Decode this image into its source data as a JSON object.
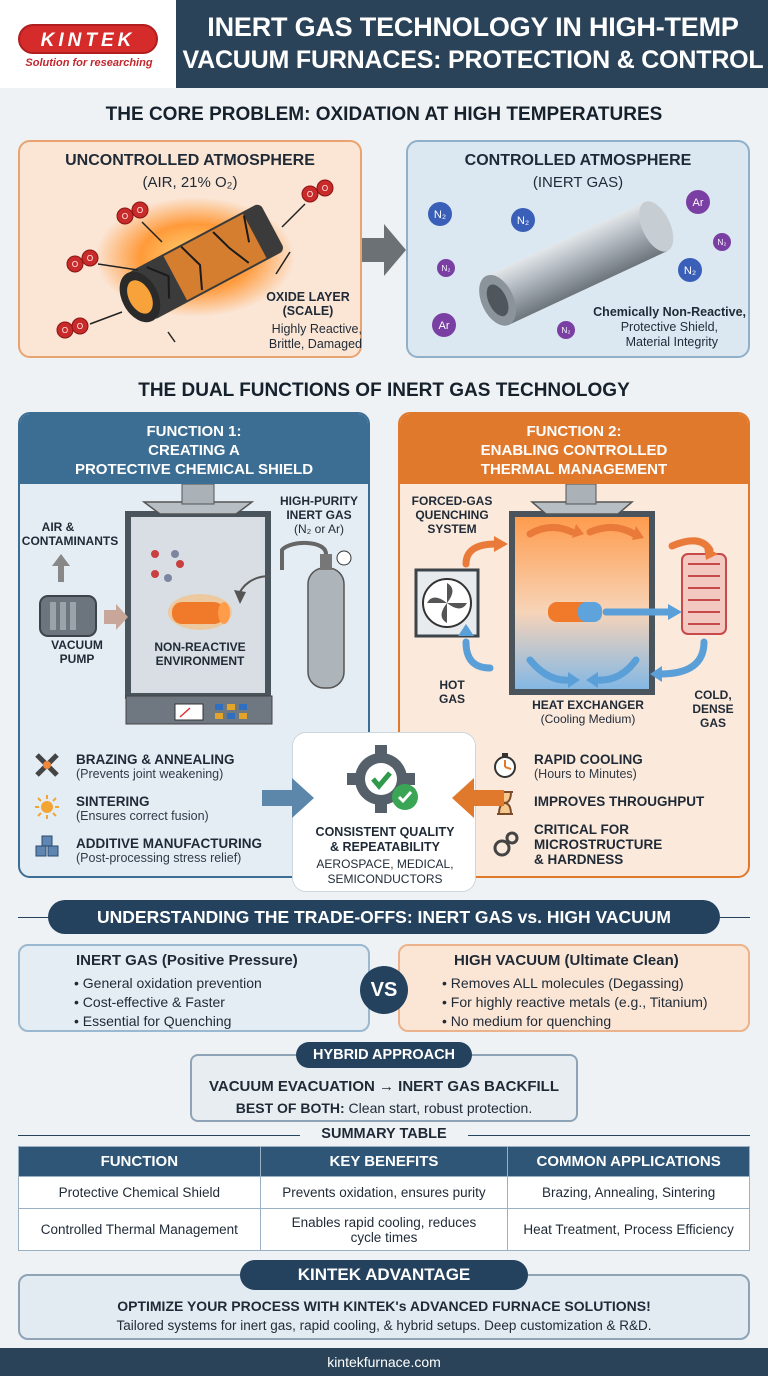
{
  "brand": {
    "logo_text": "KINTEK",
    "tagline": "Solution for researching",
    "title_line1": "INERT GAS TECHNOLOGY IN HIGH-TEMP",
    "title_line2": "VACUUM FURNACES: PROTECTION & CONTROL"
  },
  "core_problem": {
    "heading": "THE CORE PROBLEM: OXIDATION AT HIGH TEMPERATURES",
    "uncontrolled": {
      "title": "UNCONTROLLED ATMOSPHERE",
      "subtitle": "(AIR, 21% O₂)",
      "oxide_label_1": "OXIDE LAYER",
      "oxide_label_2": "(SCALE)",
      "desc_1": "Highly Reactive,",
      "desc_2": "Brittle, Damaged",
      "molecule_label": "O"
    },
    "controlled": {
      "title": "CONTROLLED ATMOSPHERE",
      "subtitle": "(INERT GAS)",
      "desc_1": "Chemically Non-Reactive,",
      "desc_2": "Protective Shield,",
      "desc_3": "Material Integrity",
      "n2": "N₂",
      "ar": "Ar"
    }
  },
  "dual": {
    "heading": "THE DUAL FUNCTIONS OF INERT GAS TECHNOLOGY",
    "f1": {
      "line1": "FUNCTION 1:",
      "line2": "CREATING A",
      "line3": "PROTECTIVE CHEMICAL SHIELD",
      "air_1": "AIR &",
      "air_2": "CONTAMINANTS",
      "gas_1": "HIGH-PURITY",
      "gas_2": "INERT GAS",
      "gas_3": "(N₂ or Ar)",
      "pump_1": "VACUUM",
      "pump_2": "PUMP",
      "env_1": "NON-REACTIVE",
      "env_2": "ENVIRONMENT",
      "apps": [
        {
          "title": "BRAZING & ANNEALING",
          "sub": "(Prevents joint weakening)"
        },
        {
          "title": "SINTERING",
          "sub": "(Ensures correct fusion)"
        },
        {
          "title": "ADDITIVE MANUFACTURING",
          "sub": "(Post-processing stress relief)"
        }
      ]
    },
    "f2": {
      "line1": "FUNCTION 2:",
      "line2": "ENABLING CONTROLLED",
      "line3": "THERMAL MANAGEMENT",
      "quench_1": "FORCED-GAS",
      "quench_2": "QUENCHING",
      "quench_3": "SYSTEM",
      "hot_1": "HOT",
      "hot_2": "GAS",
      "hx_1": "HEAT EXCHANGER",
      "hx_2": "(Cooling Medium)",
      "cold_1": "COLD,",
      "cold_2": "DENSE",
      "cold_3": "GAS",
      "apps": [
        {
          "title": "RAPID COOLING",
          "sub": "(Hours to Minutes)"
        },
        {
          "title": "IMPROVES THROUGHPUT",
          "sub": ""
        },
        {
          "title": "CRITICAL FOR",
          "sub2": "MICROSTRUCTURE",
          "sub3": "& HARDNESS"
        }
      ]
    },
    "center": {
      "line1": "CONSISTENT QUALITY",
      "line2": "& REPEATABILITY",
      "line3": "AEROSPACE, MEDICAL,",
      "line4": "SEMICONDUCTORS"
    }
  },
  "tradeoffs": {
    "heading": "UNDERSTANDING THE TRADE-OFFS: INERT GAS vs. HIGH VACUUM",
    "vs": "VS",
    "inert": {
      "title": "INERT GAS (Positive Pressure)",
      "items": [
        "General oxidation prevention",
        "Cost-effective & Faster",
        "Essential for Quenching"
      ]
    },
    "vacuum": {
      "title": "HIGH VACUUM (Ultimate Clean)",
      "items": [
        "Removes ALL molecules (Degassing)",
        "For highly reactive metals (e.g., Titanium)",
        "No medium for quenching"
      ]
    }
  },
  "hybrid": {
    "tag": "HYBRID APPROACH",
    "line1": "VACUUM EVACUATION → INERT GAS BACKFILL",
    "best_label": "BEST OF BOTH:",
    "best_text": " Clean start, robust protection."
  },
  "summary": {
    "heading": "SUMMARY TABLE",
    "columns": [
      "FUNCTION",
      "KEY BENEFITS",
      "COMMON APPLICATIONS"
    ],
    "rows": [
      [
        "Protective Chemical Shield",
        "Prevents oxidation, ensures purity",
        "Brazing, Annealing, Sintering"
      ],
      [
        "Controlled Thermal Management",
        "Enables rapid cooling, reduces cycle times",
        "Heat Treatment, Process Efficiency"
      ]
    ]
  },
  "advantage": {
    "tag": "KINTEK ADVANTAGE",
    "line1": "OPTIMIZE YOUR PROCESS WITH KINTEK's ADVANCED FURNACE SOLUTIONS!",
    "line2": "Tailored systems for inert gas, rapid cooling, & hybrid setups. Deep customization & R&D."
  },
  "footer": {
    "url": "kintekfurnace.com"
  },
  "colors": {
    "navy": "#24425e",
    "blue_panel": "#3c6d93",
    "orange": "#e0792b",
    "red": "#d62b2b"
  }
}
